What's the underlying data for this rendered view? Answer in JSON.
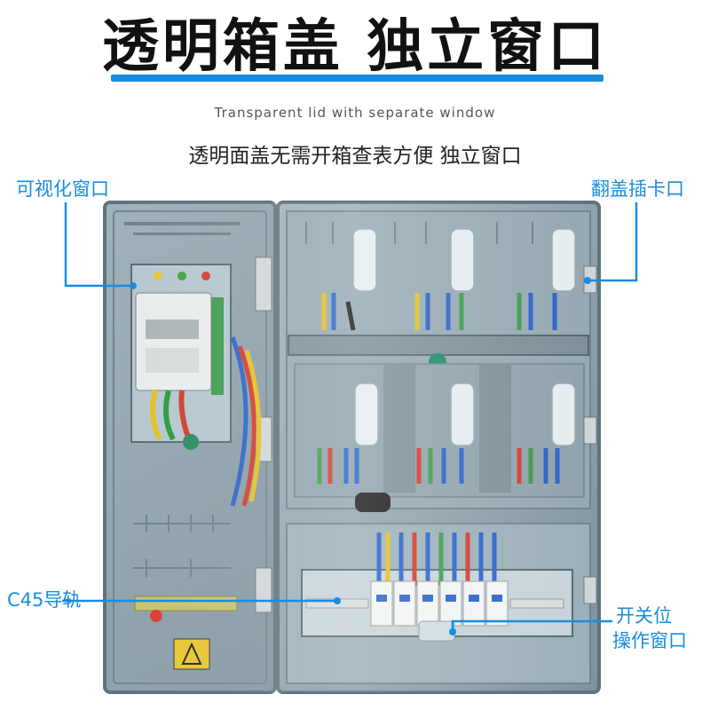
{
  "header": {
    "title": "透明箱盖 独立窗口",
    "subtitle_en": "Transparent lid with separate window",
    "subtitle_cn": "透明面盖无需开箱查表方便 独立窗口"
  },
  "callouts": {
    "visual_window": "可视化窗口",
    "flip_card_slot": "翻盖插卡口",
    "rail": "C45导轨",
    "switch_window_line1": "开关位",
    "switch_window_line2": "操作窗口"
  },
  "colors": {
    "accent": "#1a8ce0",
    "box_body": "#8fa2ad",
    "lid_frame": "#5f737e",
    "title_text": "#111111"
  }
}
